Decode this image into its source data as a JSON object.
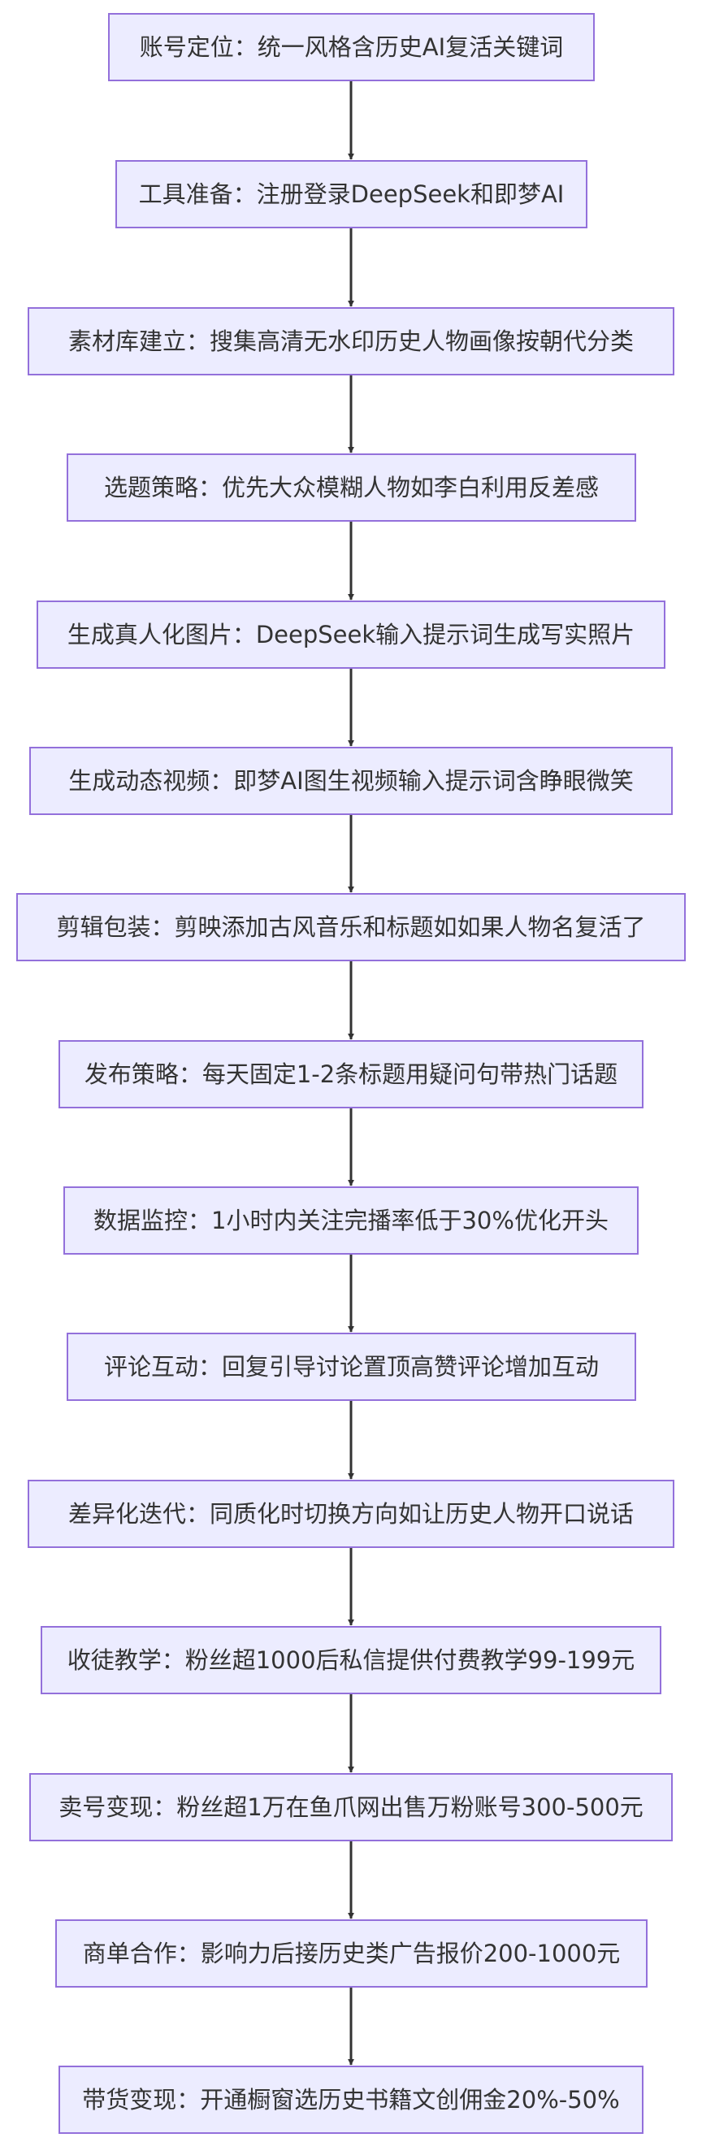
{
  "flowchart": {
    "steps": [
      "账号定位：统一风格含历史AI复活关键词",
      "工具准备：注册登录DeepSeek和即梦AI",
      "素材库建立：搜集高清无水印历史人物画像按朝代分类",
      "选题策略：优先大众模糊人物如李白利用反差感",
      "生成真人化图片：DeepSeek输入提示词生成写实照片",
      "生成动态视频：即梦AI图生视频输入提示词含睁眼微笑",
      "剪辑包装：剪映添加古风音乐和标题如如果人物名复活了",
      "发布策略：每天固定1-2条标题用疑问句带热门话题",
      "数据监控：1小时内关注完播率低于30%优化开头",
      "评论互动：回复引导讨论置顶高赞评论增加互动",
      "差异化迭代：同质化时切换方向如让历史人物开口说话",
      "收徒教学：粉丝超1000后私信提供付费教学99-199元",
      "卖号变现：粉丝超1万在鱼爪网出售万粉账号300-500元",
      "商单合作：影响力后接历史类广告报价200-1000元",
      "带货变现：开通橱窗选历史书籍文创佣金20%-50%"
    ]
  },
  "colors": {
    "node_fill": "#ececff",
    "node_border": "#9370db",
    "text": "#333333",
    "arrow": "#333333"
  }
}
